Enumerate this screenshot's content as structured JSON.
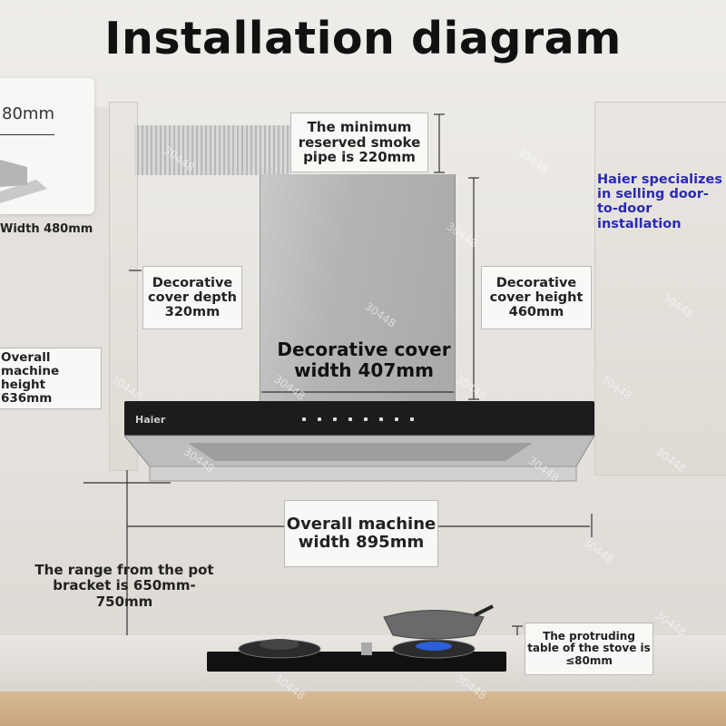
{
  "title": "Installation diagram",
  "inset": {
    "top_text": "80mm",
    "width_text": "Width 480mm"
  },
  "labels": {
    "smoke_pipe": "The minimum reserved smoke pipe is 220mm",
    "cover_depth": "Decorative cover depth 320mm",
    "cover_height": "Decorative cover height 460mm",
    "cover_width": "Decorative cover width 407mm",
    "overall_height": "Overall machine height 636mm",
    "overall_width": "Overall machine width 895mm",
    "pot_range": "The range from the pot bracket is 650mm-750mm",
    "stove_protrude": "The protruding table of the stove is ≤80mm"
  },
  "promo": "Haier specializes in selling door-to-door installation",
  "brand": "Haier",
  "watermark": "30448"
}
